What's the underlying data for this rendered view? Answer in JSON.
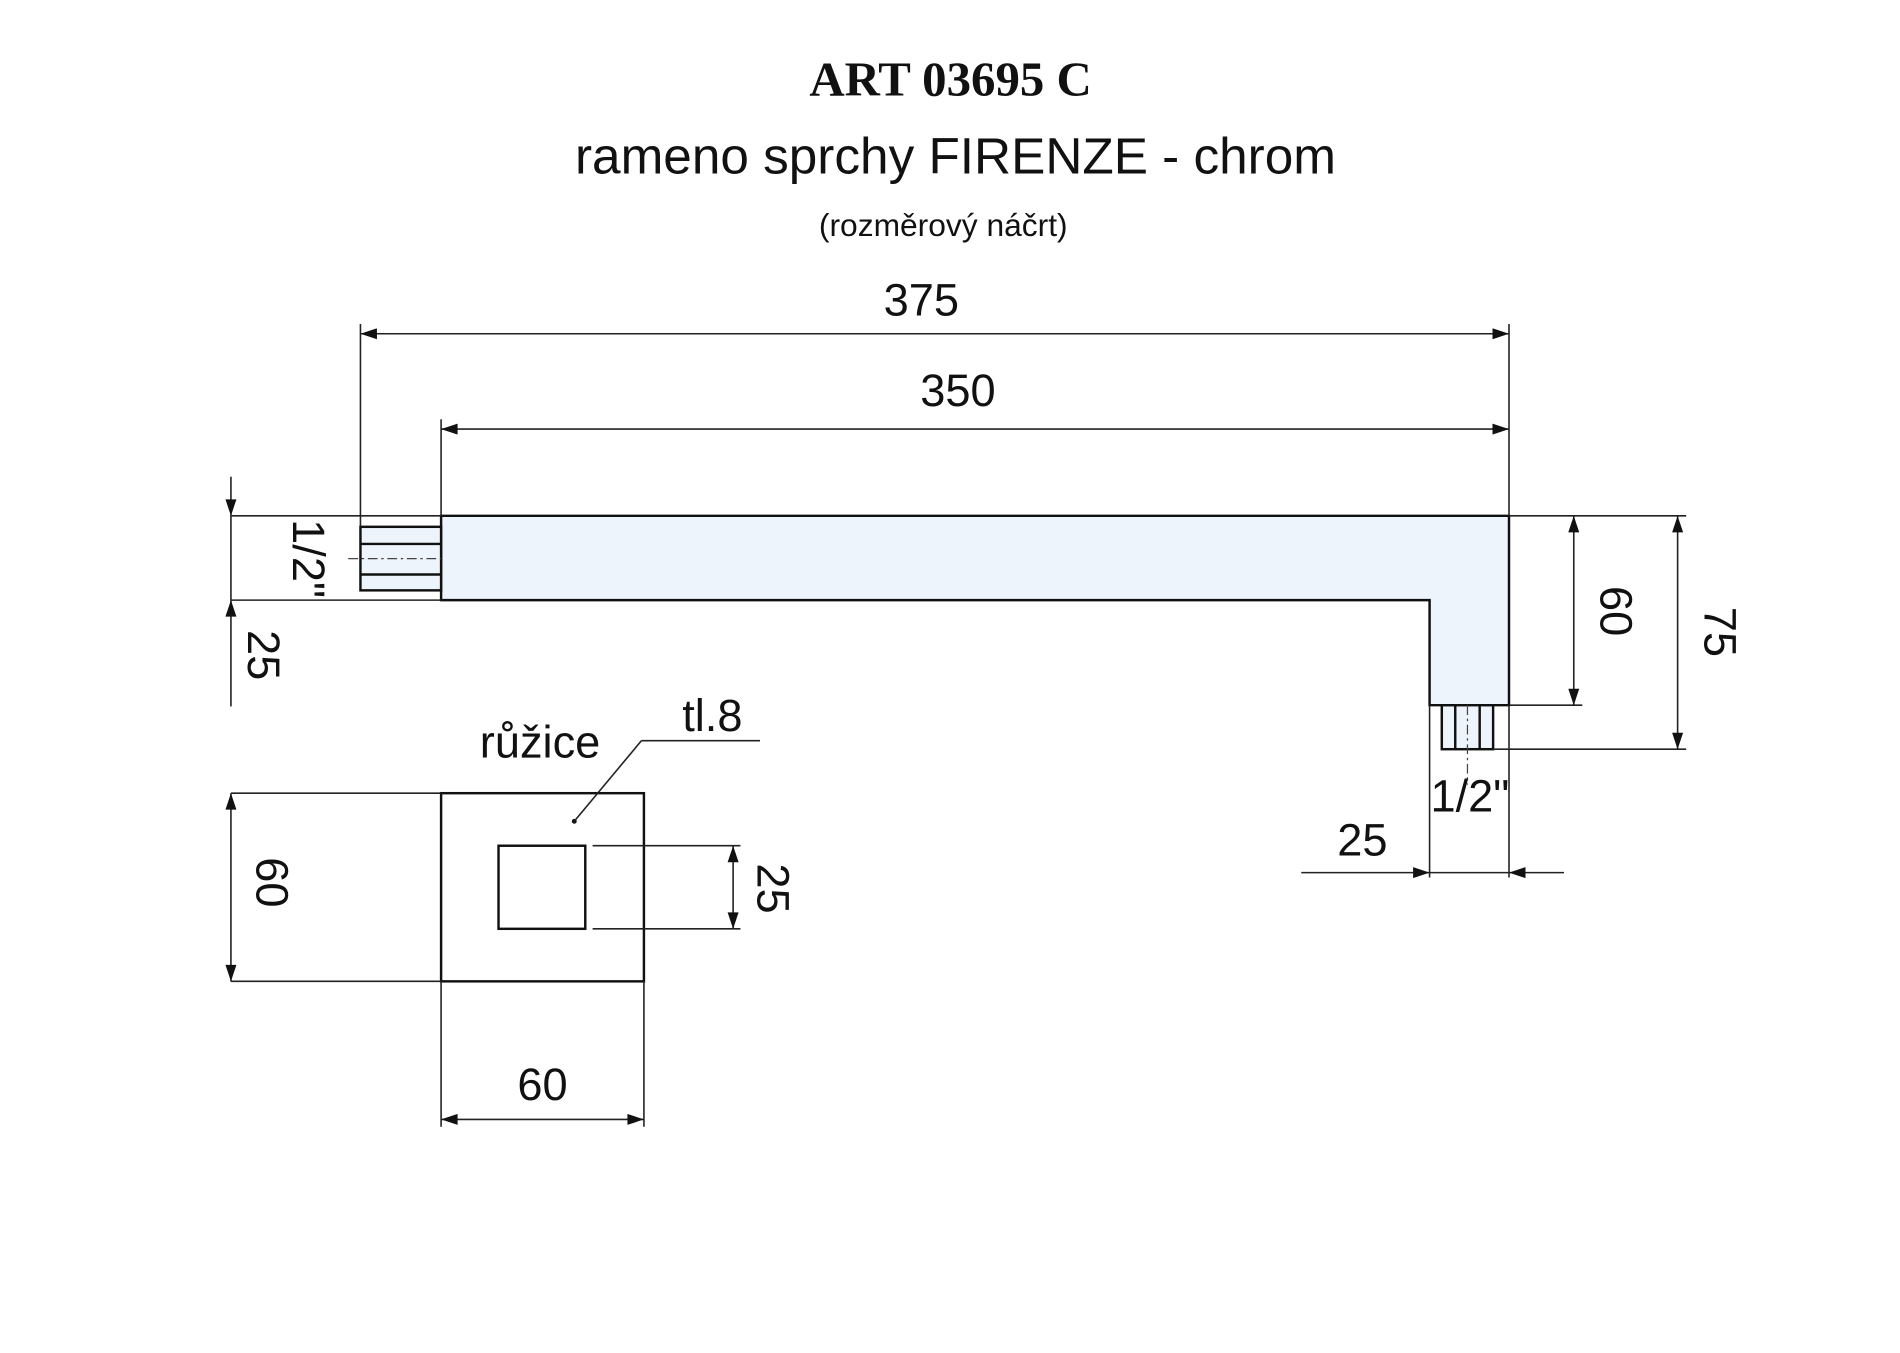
{
  "title": "ART  03695 C",
  "subtitle": "rameno sprchy FIRENZE - chrom",
  "caption": "(rozměrový náčrt)",
  "colors": {
    "line": "#222222",
    "fill": "#eef4fb"
  },
  "dimensions": {
    "overall_length": "375",
    "arm_length": "350",
    "left_thread": "1/2\"",
    "left_offset": "25",
    "arm_height": "60",
    "total_drop": "75",
    "bottom_thread": "1/2\"",
    "bottom_width": "25"
  },
  "rosette": {
    "label": "růžice",
    "thickness": "tl.8",
    "height": "60",
    "width": "60",
    "inner": "25"
  }
}
